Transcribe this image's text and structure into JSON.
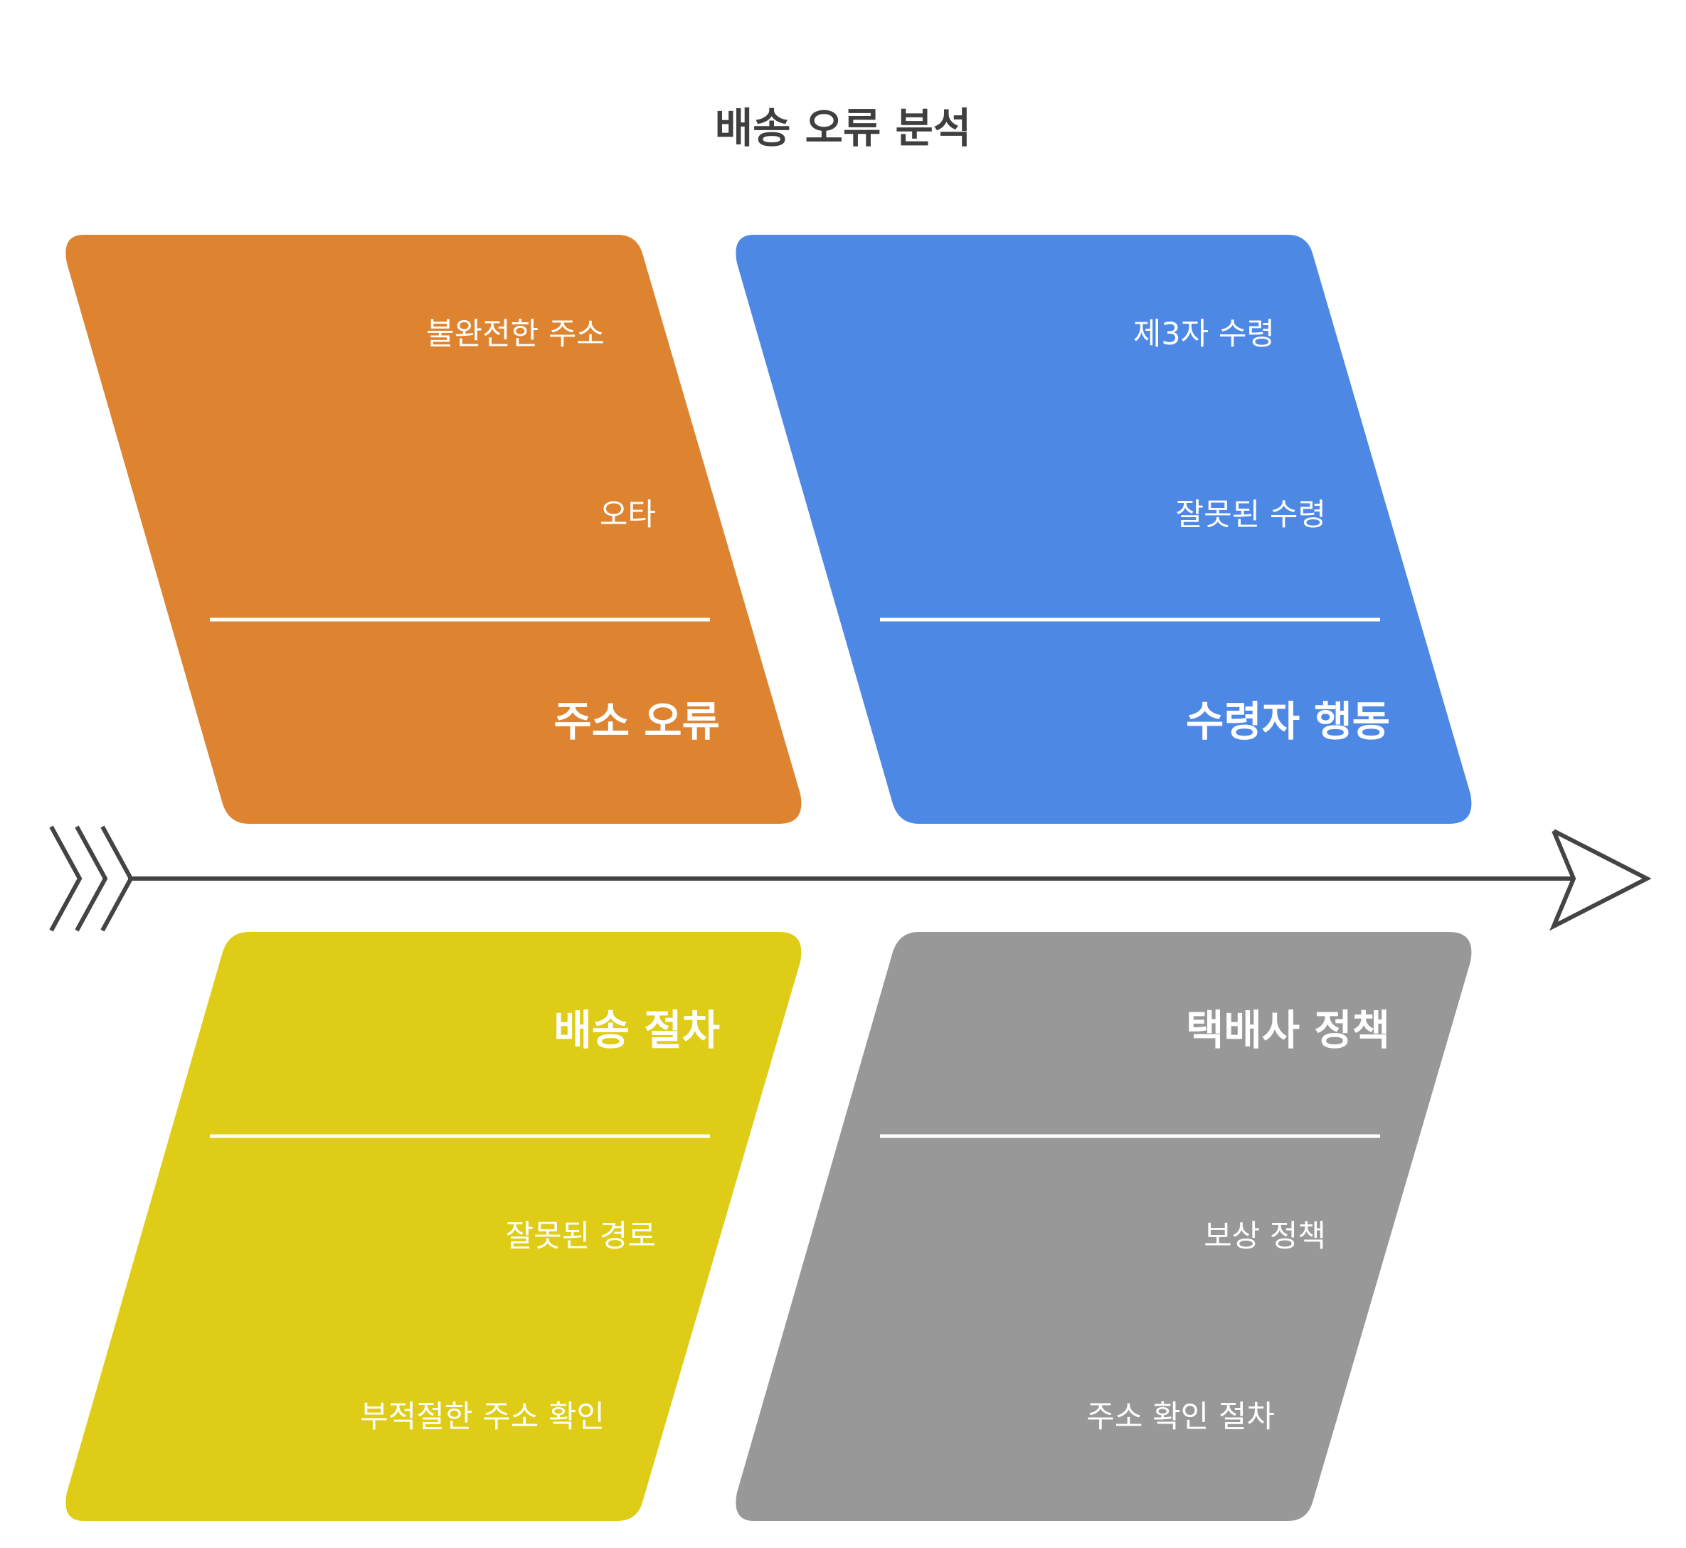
{
  "title": "배송 오류 분석",
  "colors": {
    "background": "#ffffff",
    "title": "#3f3f3f",
    "spine": "#444444",
    "text_on_box": "#ffffff",
    "divider": "#ffffff"
  },
  "categories": [
    {
      "id": "address-error",
      "label": "주소 오류",
      "color": "#de8431",
      "side": "top",
      "causes": [
        "불완전한 주소",
        "오타"
      ]
    },
    {
      "id": "recipient-behavior",
      "label": "수령자 행동",
      "color": "#4e88e5",
      "side": "top",
      "causes": [
        "제3자 수령",
        "잘못된 수령"
      ]
    },
    {
      "id": "delivery-procedure",
      "label": "배송 절차",
      "color": "#dfcc17",
      "side": "bottom",
      "causes": [
        "잘못된 경로",
        "부적절한 주소 확인"
      ]
    },
    {
      "id": "courier-policy",
      "label": "택배사 정책",
      "color": "#989898",
      "side": "bottom",
      "causes": [
        "보상 정책",
        "주소 확인 절차"
      ]
    }
  ]
}
